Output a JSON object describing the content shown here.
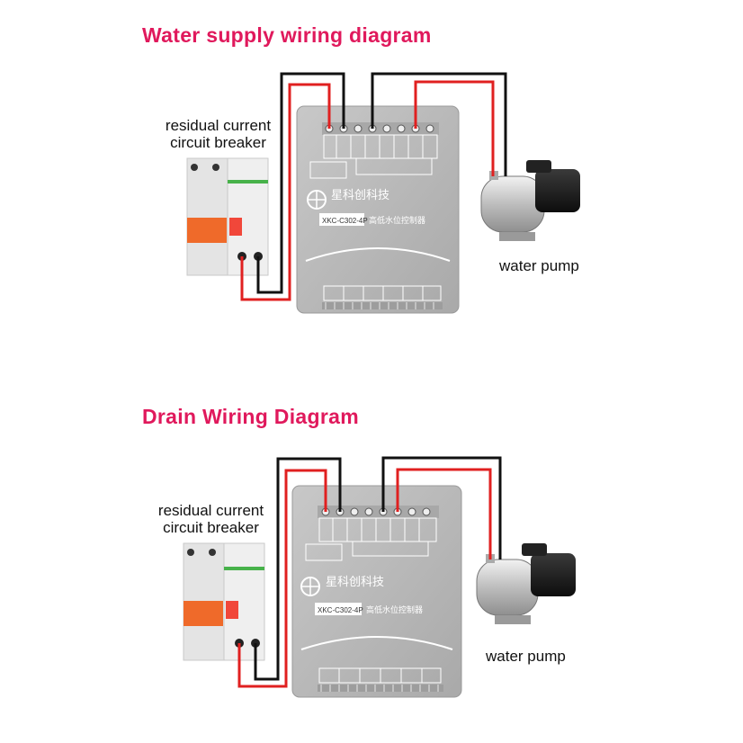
{
  "colors": {
    "title": "#e0195c",
    "wire_red": "#e02020",
    "wire_black": "#111111",
    "controller": "#b9b9b9",
    "breaker_handle": "#ef6a2a",
    "breaker_body": "#ededed",
    "pump_body": "#d4d4d4",
    "pump_motor": "#1a1a1a"
  },
  "sections": [
    {
      "title": "Water supply wiring diagram",
      "breaker_label_line1": "residual current",
      "breaker_label_line2": "circuit breaker",
      "pump_label": "water pump",
      "controller_brand": "星科创科技",
      "controller_model": "XKC-C302-4P",
      "controller_name": "高低水位控制器"
    },
    {
      "title": "Drain Wiring Diagram",
      "breaker_label_line1": "residual current",
      "breaker_label_line2": "circuit breaker",
      "pump_label": "water pump",
      "controller_brand": "星科创科技",
      "controller_model": "XKC-C302-4P",
      "controller_name": "高低水位控制器"
    }
  ]
}
